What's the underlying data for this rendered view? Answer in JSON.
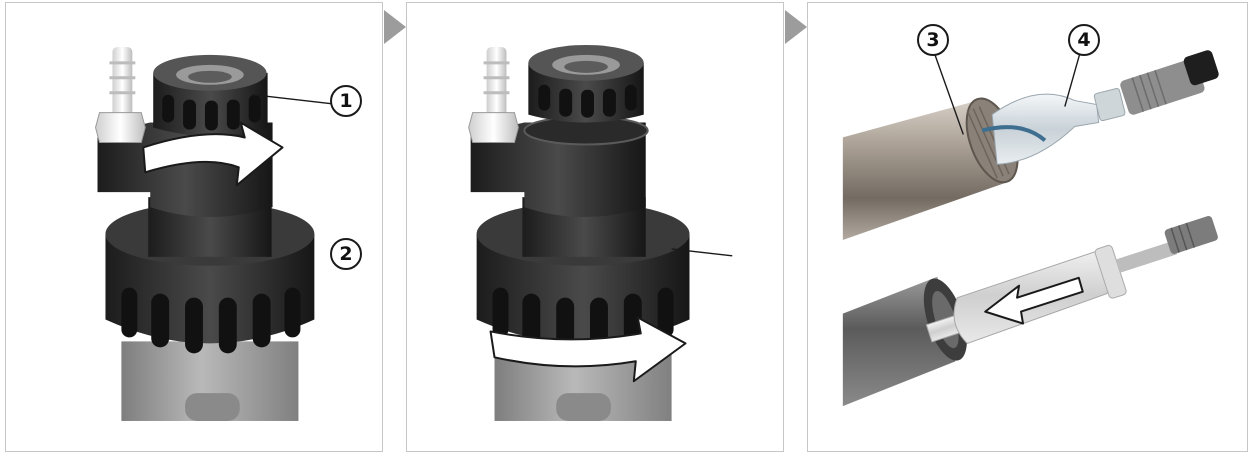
{
  "steps": [
    {
      "callouts": [
        "1"
      ]
    },
    {
      "callouts": [
        "2"
      ]
    },
    {
      "callouts": [
        "3",
        "4"
      ]
    }
  ],
  "colors": {
    "panel_border": "#c6c6c6",
    "cap_dark": "#262626",
    "cap_mid": "#4a4a4a",
    "housing_gray": "#9a9a9a",
    "metal": "#a39a8f",
    "step_arrow": "#9c9c9c"
  },
  "icons": [
    "rotate-arrow-icon",
    "push-arrow-icon",
    "step-arrow-icon"
  ]
}
